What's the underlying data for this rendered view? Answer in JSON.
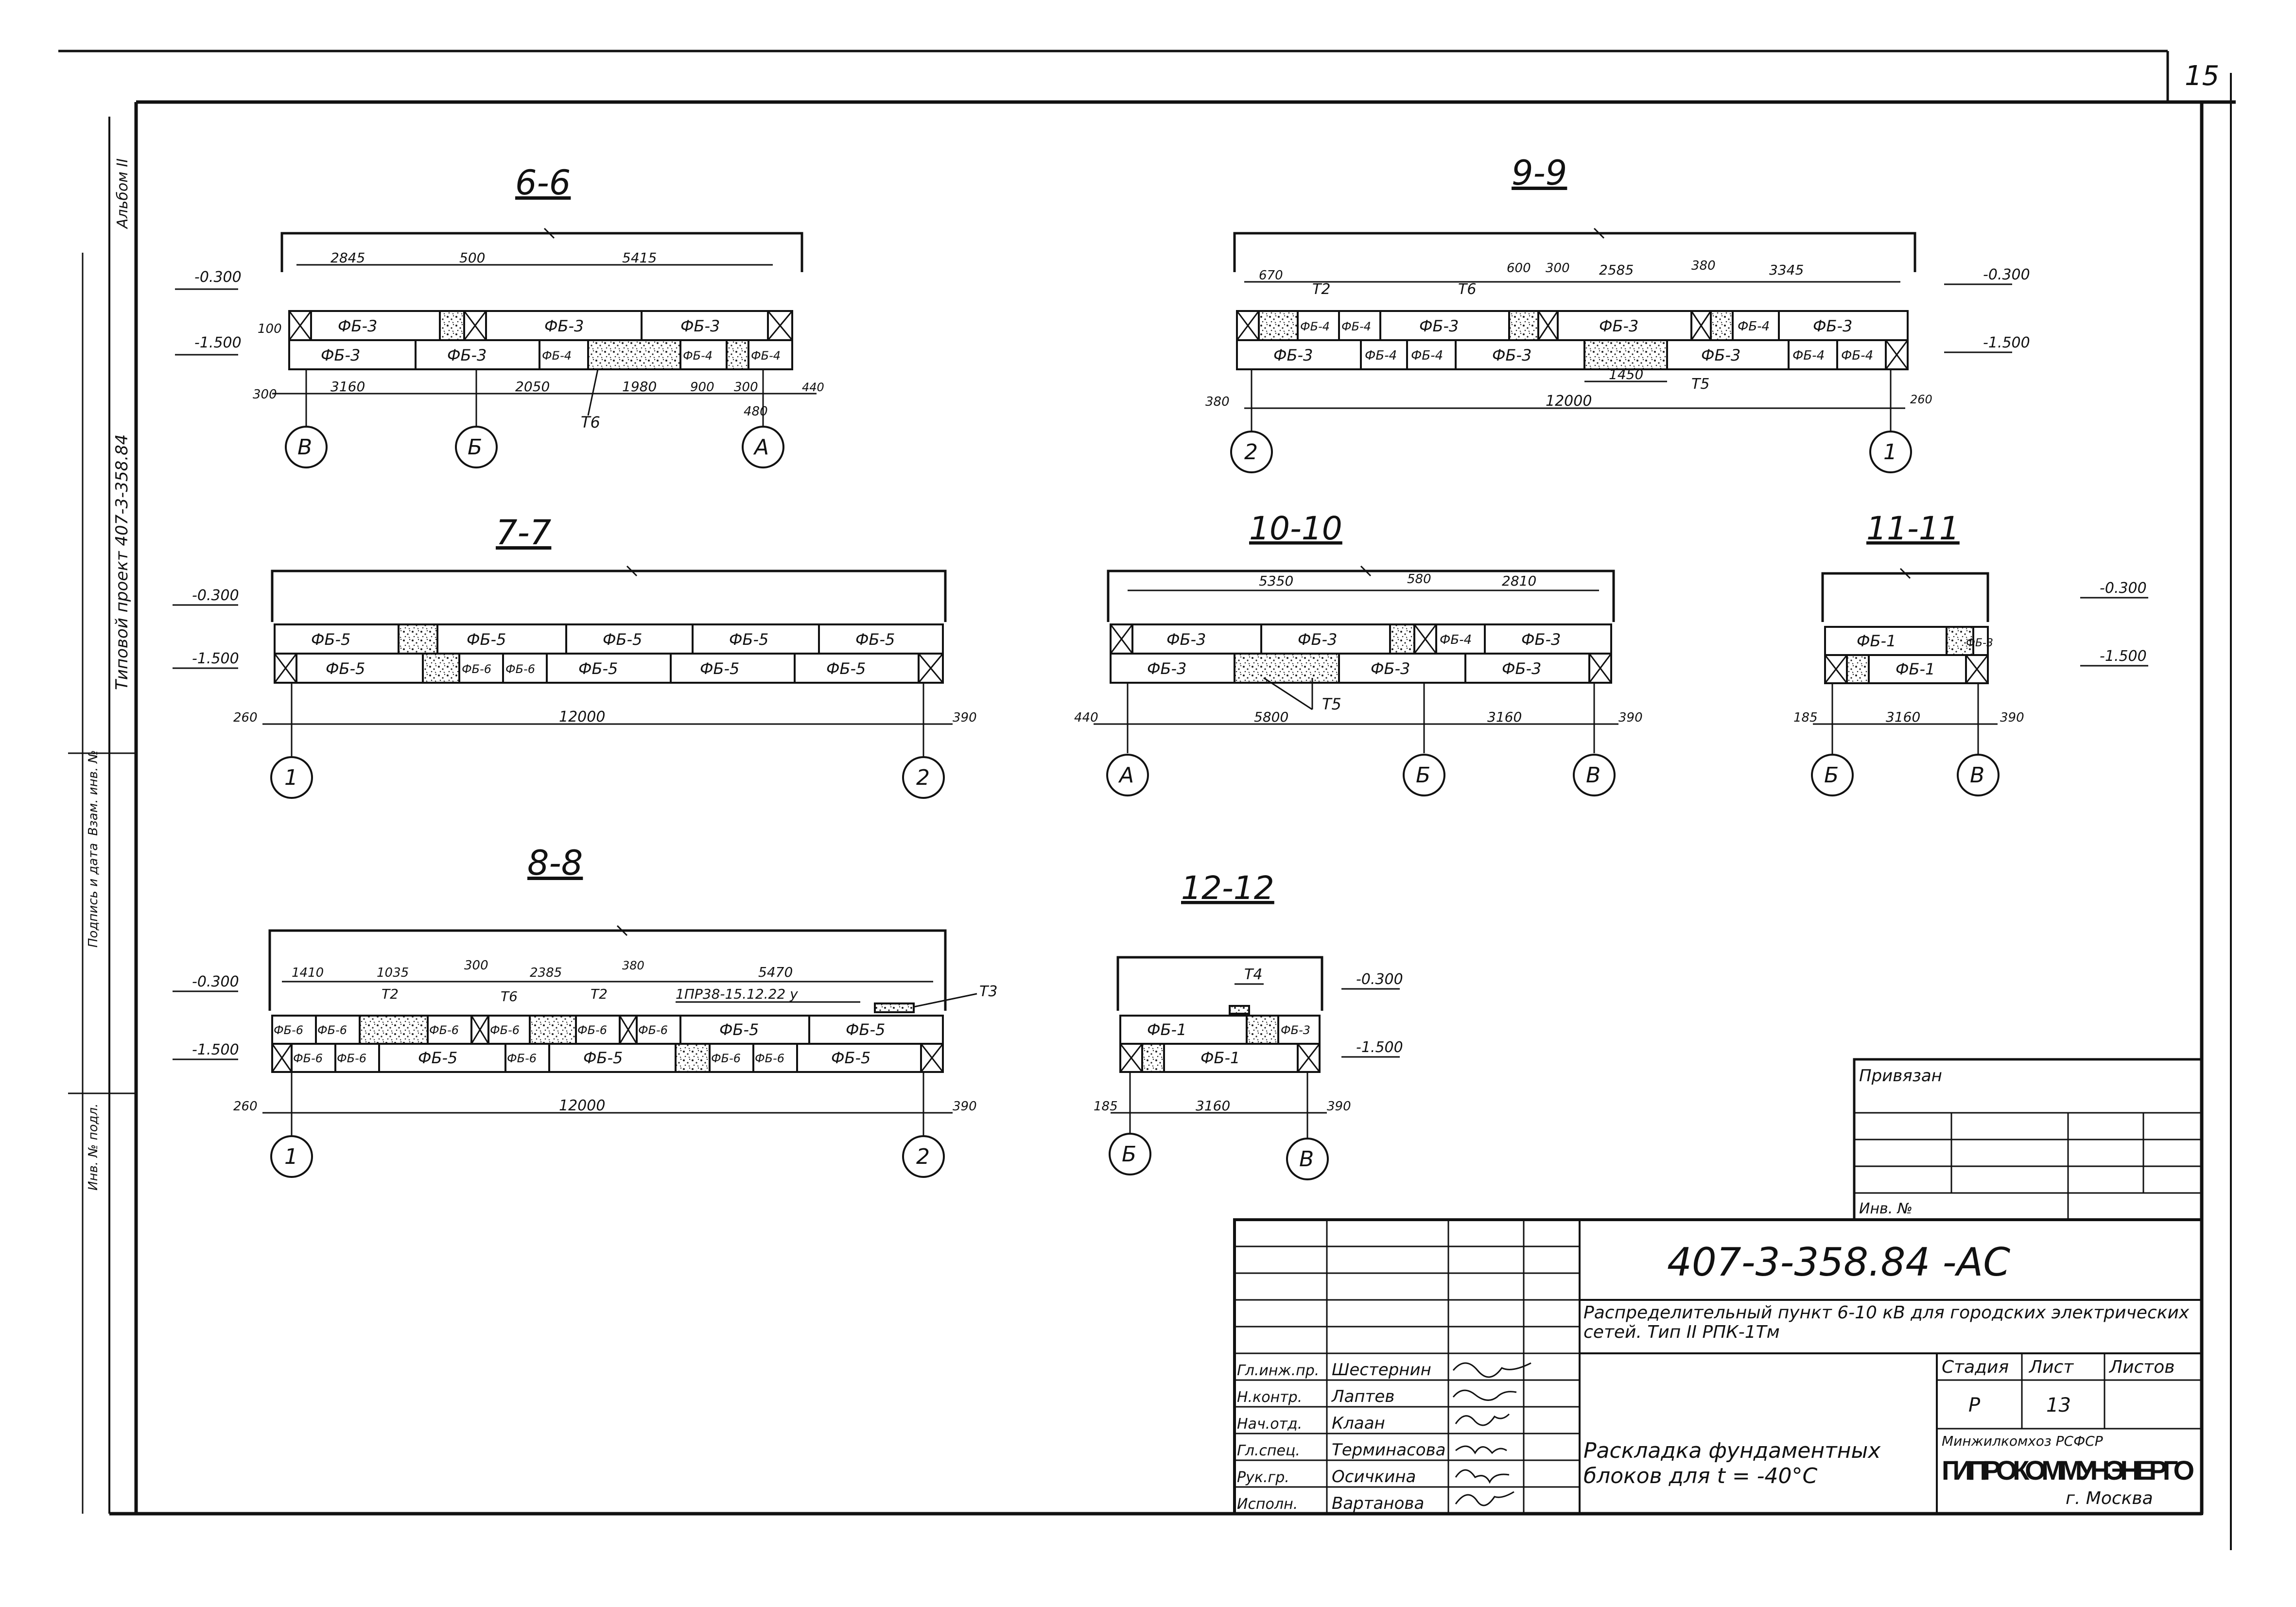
{
  "sheet_number": "15",
  "side_stamp": [
    "Типовой проект 407-3-358.84",
    "Альбом II",
    "Инв. № подл.",
    "Подпись и дата",
    "Взам. инв. №"
  ],
  "levels": {
    "top": "-0.300",
    "bottom": "-1.500"
  },
  "sections": {
    "s66": {
      "title": "6-6",
      "top_dims": [
        "2845",
        "500",
        "5415"
      ],
      "bottom_dims": [
        "300",
        "3160",
        "2050",
        "1980",
        "900",
        "300",
        "440"
      ],
      "dim_480": "480",
      "edge_100": "100",
      "top_row": [
        "ФБ-3",
        "ФБ-3",
        "ФБ-3"
      ],
      "bottom_row": [
        "ФБ-3",
        "ФБ-3",
        "ФБ-4",
        "ФБ-4",
        "ФБ-4"
      ],
      "callout": "Т6",
      "axes": [
        "В",
        "Б",
        "А"
      ]
    },
    "s99": {
      "title": "9-9",
      "top_dims": [
        "670",
        "600",
        "300",
        "2585",
        "380",
        "3345"
      ],
      "callouts": [
        "Т2",
        "Т6",
        "Т5"
      ],
      "top_row": [
        "ФБ-4",
        "ФБ-4",
        "ФБ-3",
        "ФБ-3",
        "ФБ-4",
        "ФБ-3"
      ],
      "bottom_row": [
        "ФБ-3",
        "ФБ-4",
        "ФБ-4",
        "ФБ-3",
        "ФБ-3",
        "ФБ-4",
        "ФБ-4"
      ],
      "dim_1450": "1450",
      "bottom_dims": [
        "380",
        "12000",
        "260"
      ],
      "axes": [
        "2",
        "1"
      ]
    },
    "s77": {
      "title": "7-7",
      "top_row": [
        "ФБ-5",
        "ФБ-5",
        "ФБ-5",
        "ФБ-5",
        "ФБ-5"
      ],
      "bottom_row": [
        "ФБ-5",
        "ФБ-6",
        "ФБ-6",
        "ФБ-5",
        "ФБ-5",
        "ФБ-5"
      ],
      "bottom_dims": [
        "260",
        "12000",
        "390"
      ],
      "axes": [
        "1",
        "2"
      ]
    },
    "s1010": {
      "title": "10-10",
      "top_dims": [
        "5350",
        "580",
        "2810"
      ],
      "top_row": [
        "ФБ-3",
        "ФБ-3",
        "ФБ-4",
        "ФБ-3"
      ],
      "bottom_row": [
        "ФБ-3",
        "ФБ-3",
        "ФБ-3"
      ],
      "callout": "Т5",
      "bottom_dims": [
        "440",
        "5800",
        "3160",
        "390"
      ],
      "axes": [
        "А",
        "Б",
        "В"
      ]
    },
    "s1111": {
      "title": "11-11",
      "top_row": [
        "ФБ-1",
        "ФБ-3"
      ],
      "bottom_row": [
        "ФБ-1"
      ],
      "bottom_dims": [
        "185",
        "3160",
        "390"
      ],
      "axes": [
        "Б",
        "В"
      ]
    },
    "s88": {
      "title": "8-8",
      "top_dims": [
        "1410",
        "1035",
        "300",
        "2385",
        "380",
        "5470"
      ],
      "callouts": [
        "Т2",
        "Т6",
        "Т2",
        "Т3"
      ],
      "note": "1ПР38-15.12.22 у",
      "top_row": [
        "ФБ-6",
        "ФБ-6",
        "ФБ-6",
        "ФБ-6",
        "ФБ-6",
        "ФБ-6",
        "ФБ-5",
        "ФБ-5"
      ],
      "bottom_row": [
        "ФБ-6",
        "ФБ-6",
        "ФБ-5",
        "ФБ-6",
        "ФБ-5",
        "ФБ-6",
        "ФБ-6",
        "ФБ-5"
      ],
      "bottom_dims": [
        "260",
        "12000",
        "390"
      ],
      "axes": [
        "1",
        "2"
      ]
    },
    "s1212": {
      "title": "12-12",
      "callout": "Т4",
      "top_row": [
        "ФБ-1",
        "ФБ-3"
      ],
      "bottom_row": [
        "ФБ-1"
      ],
      "bottom_dims": [
        "185",
        "3160",
        "390"
      ],
      "axes": [
        "Б",
        "В"
      ]
    }
  },
  "privyazan": {
    "label": "Привязан",
    "inv": "Инв. №"
  },
  "title_block": {
    "code": "407-3-358.84 -АС",
    "project_title": "Распределительный пункт 6-10 кВ для городских электрических сетей. Тип II РПК-1Тм",
    "headers": {
      "stage": "Стадия",
      "sheet": "Лист",
      "sheets": "Листов"
    },
    "values": {
      "stage": "Р",
      "sheet": "13",
      "sheets": ""
    },
    "sheet_title": "Раскладка фундаментных блоков для  t = -40°С",
    "org_top": "Минжилкомхоз РСФСР",
    "org_name": "ГИПРОКОММУНЭНЕРГО",
    "org_city": "г. Москва",
    "staff": [
      {
        "role": "Гл.инж.пр.",
        "name": "Шестернин"
      },
      {
        "role": "Н.контр.",
        "name": "Лаптев"
      },
      {
        "role": "Нач.отд.",
        "name": "Клаан"
      },
      {
        "role": "Гл.спец.",
        "name": "Терминасова"
      },
      {
        "role": "Рук.гр.",
        "name": "Осичкина"
      },
      {
        "role": "Исполн.",
        "name": "Вартанова"
      }
    ]
  }
}
